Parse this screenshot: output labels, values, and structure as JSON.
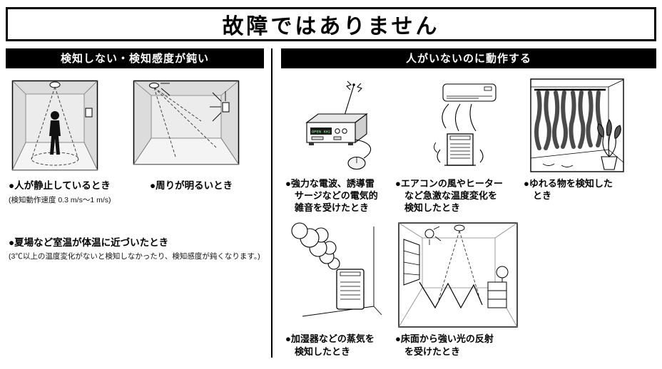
{
  "page": {
    "title": "故障ではありません"
  },
  "left_section": {
    "header": "検知しない・検知感度が鈍い",
    "items": [
      {
        "label": "●人が静止しているとき",
        "note": "(検知動作速度 0.3 m/s～1 m/s)"
      },
      {
        "label": "●周りが明るいとき"
      },
      {
        "label": "●夏場など室温が体温に近づいたとき",
        "note": "(3℃以上の温度変化がないと検知しなかったり、検知感度が鈍くなります。)"
      }
    ]
  },
  "right_section": {
    "header": "人がいないのに動作する",
    "radio_display": "OPEN KHz",
    "items": [
      {
        "label": "●強力な電波、誘導雷\nサージなどの電気的\n雑音を受けたとき"
      },
      {
        "label": "●エアコンの風やヒーター\nなど急激な温度変化を\n検知したとき"
      },
      {
        "label": "●ゆれる物を検知した\nとき"
      },
      {
        "label": "●加湿器などの蒸気を\n検知したとき"
      },
      {
        "label": "●床面から強い光の反射\nを受けたとき"
      }
    ]
  }
}
